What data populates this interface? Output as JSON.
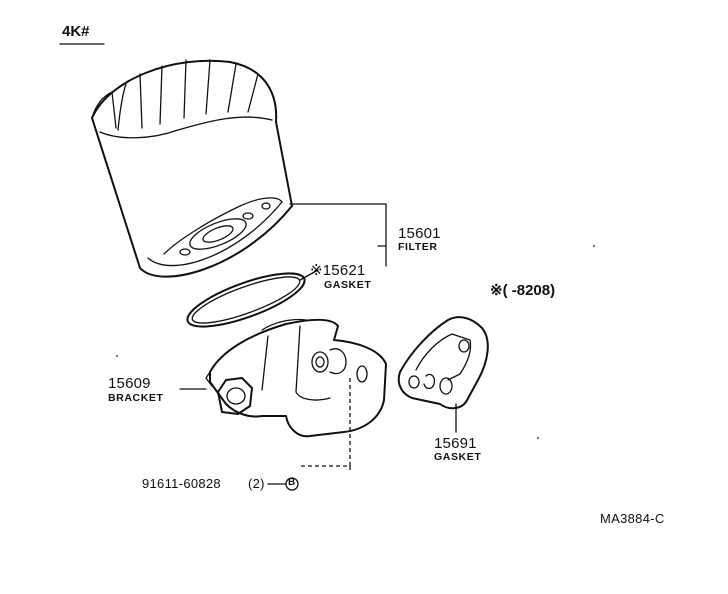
{
  "header": {
    "model": "4K#",
    "underline_color": "#111111"
  },
  "parts": {
    "filter": {
      "number": "15601",
      "name": "FILTER"
    },
    "gasket_ring": {
      "number": "※15621",
      "name": "GASKET"
    },
    "bracket": {
      "number": "15609",
      "name": "BRACKET"
    },
    "gasket_plate": {
      "number": "15691",
      "name": "GASKET"
    },
    "bolt": {
      "number": "91611-60828",
      "qty": "(2)",
      "callout": "B"
    }
  },
  "note": {
    "text": "※(         -8208)"
  },
  "drawing_id": "MA3884-C",
  "colors": {
    "ink": "#111111",
    "paper": "#ffffff"
  }
}
